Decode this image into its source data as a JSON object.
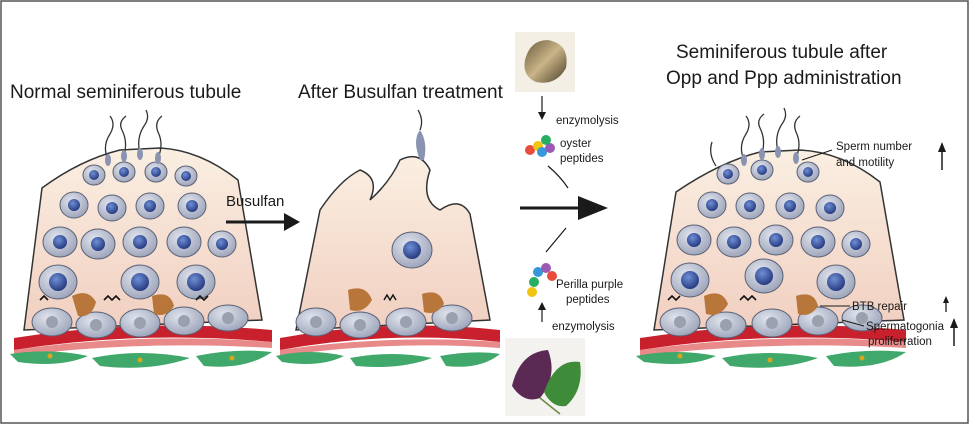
{
  "titles": {
    "normal": "Normal seminiferous tubule",
    "busulfan": "After Busulfan treatment",
    "after_line1": "Seminiferous tubule after",
    "after_line2": "Opp and Ppp administration"
  },
  "arrow_label": "Busulfan",
  "process": {
    "enzymolysis_top": "enzymolysis",
    "oyster_line1": "oyster",
    "oyster_line2": "peptides",
    "perilla_line1": "Perilla purple",
    "perilla_line2": "peptides",
    "enzymolysis_bottom": "enzymolysis"
  },
  "annotations": {
    "sperm_line1": "Sperm number",
    "sperm_line2": "and motility",
    "btb": "BTB repair",
    "sperm_line3": "Spermatogonia",
    "sperm_line4": "proliferration"
  },
  "colors": {
    "cytoplasm": "#f5e3d0",
    "cell": "#c4c9d8",
    "nucleus": "#3a5aa8",
    "sertoli_nucleus": "#b8763a",
    "basement": "#c8202c",
    "myoid": "#3fa86a",
    "border": "#333333"
  }
}
